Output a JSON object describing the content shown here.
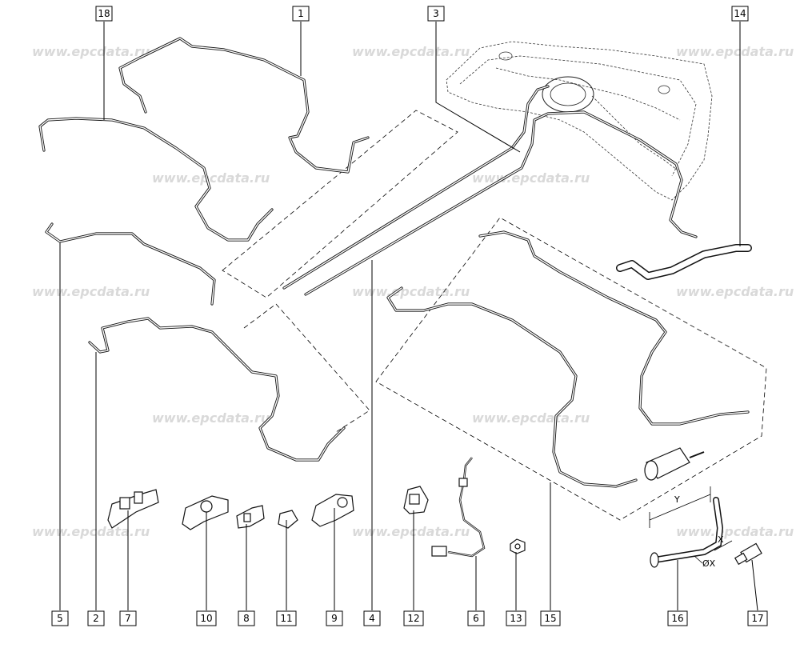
{
  "watermark": "www.epcdata.ru",
  "callouts": {
    "c1": "1",
    "c2": "2",
    "c3": "3",
    "c4": "4",
    "c5": "5",
    "c6": "6",
    "c7": "7",
    "c8": "8",
    "c9": "9",
    "c10": "10",
    "c11": "11",
    "c12": "12",
    "c13": "13",
    "c14": "14",
    "c15": "15",
    "c16": "16",
    "c17": "17",
    "c18": "18"
  },
  "dimensions": {
    "y": "Y",
    "x": "X",
    "dx": "ØX"
  }
}
